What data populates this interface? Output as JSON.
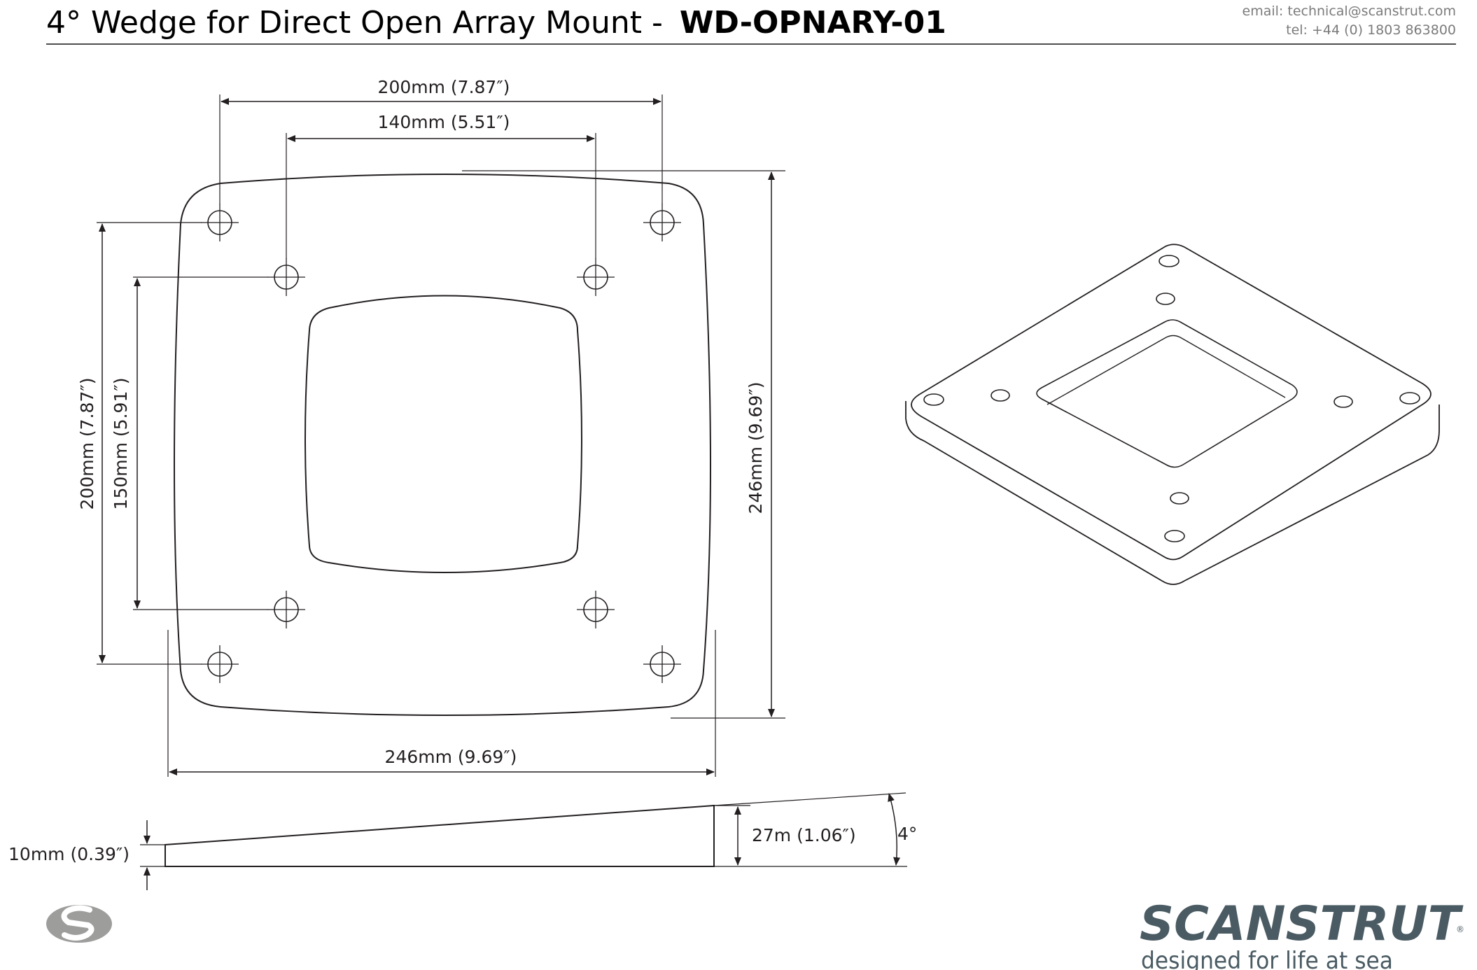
{
  "header": {
    "title_prefix": "4° Wedge for Direct Open Array Mount -",
    "part_number": "WD-OPNARY-01",
    "email": "email: technical@scanstrut.com",
    "phone": "tel:  +44 (0) 1803 863800"
  },
  "dimensions": {
    "outer_hole_spacing": "200mm (7.87″)",
    "inner_hole_spacing": "140mm (5.51″)",
    "outer_hole_spacing_vertical": "200mm (7.87″)",
    "inner_hole_spacing_vertical": "150mm (5.91″)",
    "overall_height": "246mm (9.69″)",
    "overall_width": "246mm (9.69″)",
    "thin_edge": "10mm (0.39″)",
    "thick_edge": "27m (1.06″)",
    "angle": "4°"
  },
  "footer": {
    "brand_name": "SCANSTRUT",
    "tagline": "designed for life at sea"
  },
  "colors": {
    "ink": "#231f20",
    "brand": "#4a5b63",
    "logo_grey": "#9d9d9c",
    "contact_grey": "#7b7b7b"
  }
}
